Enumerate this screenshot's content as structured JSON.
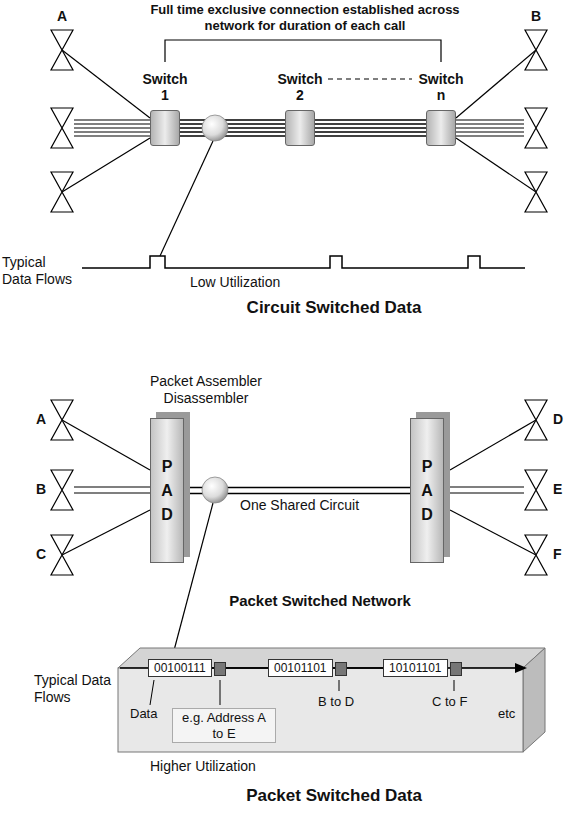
{
  "diagram": {
    "nodes": [
      {
        "text": [
          "Switch 1"
        ]
      },
      {
        "text": [
          "Switch 2"
        ]
      },
      {
        "text": [
          "Switch n"
        ]
      },
      {
        "text": [
          "Packet Assembler Disassembler",
          "P A D"
        ]
      },
      {
        "text": [
          "P A D"
        ]
      },
      {
        "text": [
          "Data"
        ]
      },
      {
        "text": [
          "00100111"
        ],
        "in": 5
      },
      {
        "text": [
          "00101101"
        ],
        "in": 5
      },
      {
        "text": [
          "10101101"
        ],
        "in": 5
      }
    ],
    "edges": [
      {
        "from": 0,
        "to": 1,
        "arrow": "none"
      },
      {
        "from": 1,
        "to": 2,
        "arrow": "none"
      },
      {
        "from": 3,
        "to": 4,
        "arrow": "none",
        "label": "One Shared Circuit"
      },
      {
        "from": 6,
        "to": 7,
        "arrow": "none"
      },
      {
        "from": 7,
        "to": 8,
        "arrow": "none"
      }
    ],
    "labels": [
      "Full time exclusive connection established across network for duration of each call",
      "A",
      "B",
      "Typical Data Flows",
      "Low Utilization",
      "Circuit Switched Data",
      "A",
      "B",
      "C",
      "D",
      "E",
      "F",
      "Packet Switched Network",
      "Typical Data Flows",
      "e.g. Address A to E",
      "B to D",
      "C to F",
      "etc",
      "Higher Utilization",
      "Packet Switched Data"
    ]
  }
}
